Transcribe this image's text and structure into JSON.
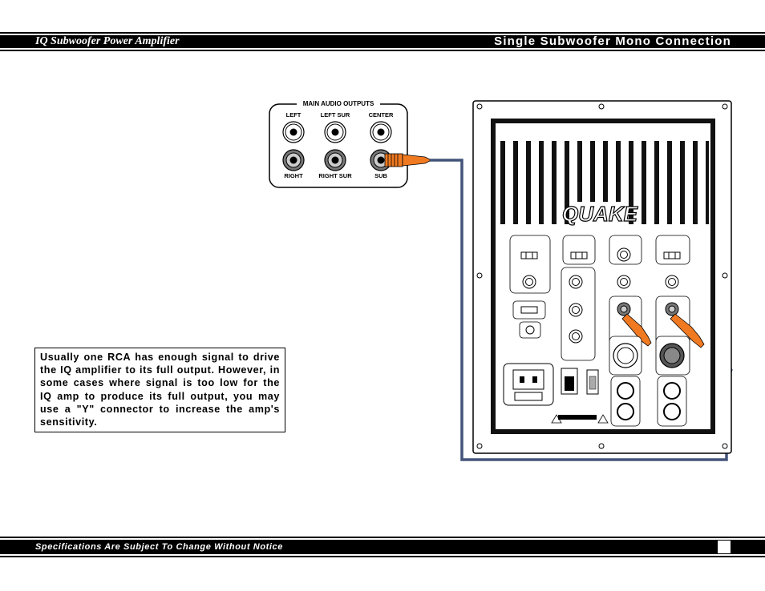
{
  "header": {
    "left_title": "IQ Subwoofer Power Amplifier",
    "right_title": "Single Subwoofer Mono Connection"
  },
  "receiver_panel": {
    "title": "MAIN AUDIO OUTPUTS",
    "top_labels": [
      "LEFT",
      "LEFT SUR",
      "CENTER"
    ],
    "bottom_labels": [
      "RIGHT",
      "RIGHT SUR",
      "SUB"
    ]
  },
  "amplifier": {
    "logo": "QUAKE"
  },
  "note": {
    "text": "Usually one RCA has enough signal to drive the IQ amplifier to its full output. However, in some cases where signal is too low for the IQ amp to produce its full output, you may use a \"Y\" connector to increase the amp's sensitivity."
  },
  "footer": {
    "notice": "Specifications Are Subject To Change Without Notice"
  },
  "colors": {
    "cable": "#43547a",
    "plug": "#f07a21",
    "bars": "#000000"
  }
}
